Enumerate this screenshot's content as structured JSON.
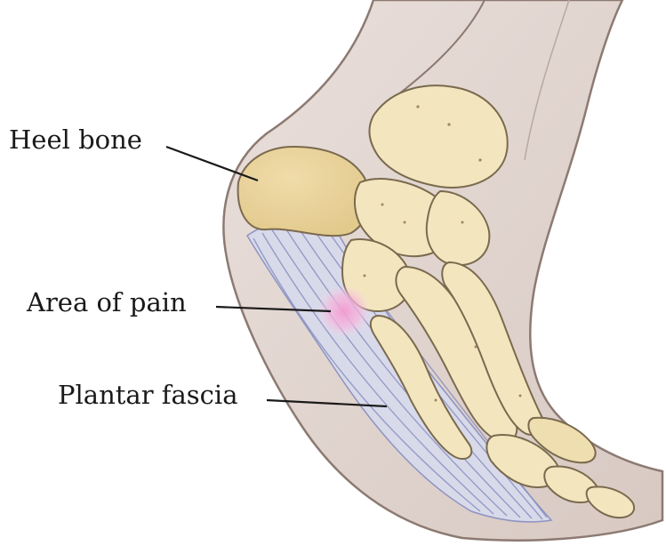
{
  "labels": {
    "heel_bone": "Heel bone",
    "area_of_pain": "Area of pain",
    "plantar_fascia": "Plantar fascia"
  },
  "colors": {
    "skin_outline": "#8c7a72",
    "soft_tissue": "#e6ddd8",
    "bone_fill": "#f3e6bf",
    "bone_shadow": "#dcc58a",
    "bone_outline": "#7a6a4e",
    "fascia_fill": "#d8dbec",
    "fascia_lines": "#8a90c0",
    "pain_spot": "#f3a8d6",
    "leader_line": "#1a1a1a"
  }
}
